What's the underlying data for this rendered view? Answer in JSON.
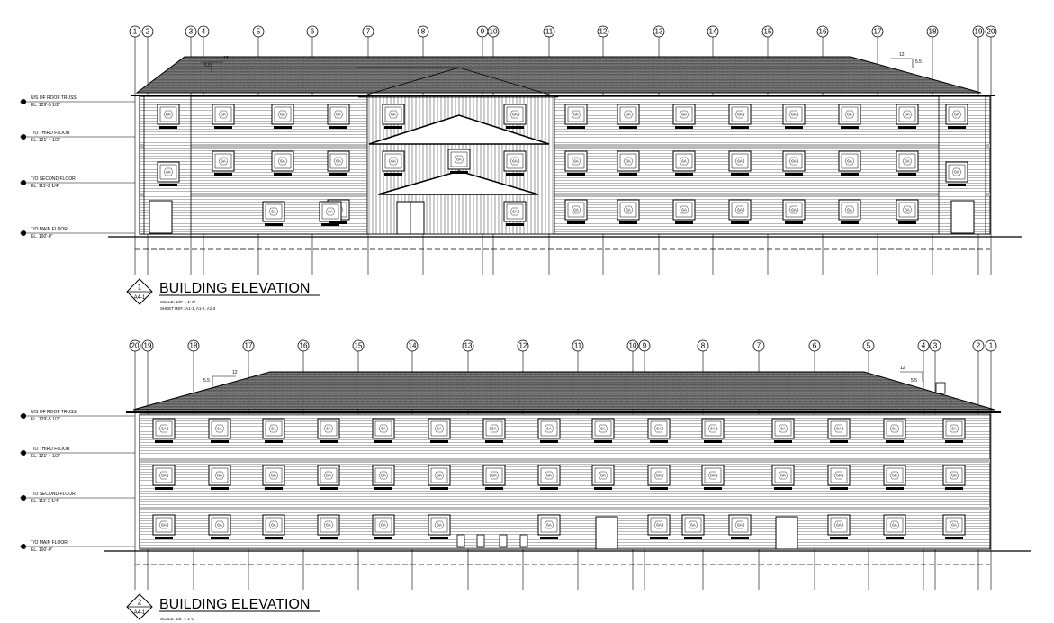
{
  "levels": [
    {
      "name": "U/S OF ROOF TRUSS",
      "elev": "EL. 129'-5 1/2\""
    },
    {
      "name": "T/O THIRD FLOOR",
      "elev": "EL. 121'-4 1/2\""
    },
    {
      "name": "T/O SECOND FLOOR",
      "elev": "EL. 111'-2 1/4\""
    },
    {
      "name": "T/O MAIN FLOOR",
      "elev": "EL. 100'-0\""
    }
  ],
  "elevations": [
    {
      "id": "elevation-1",
      "number": "1",
      "sheet": "A4-1",
      "title": "BUILDING ELEVATION",
      "scale": "SCALE: 1/8\" = 1'-0\"",
      "sheet_ref": "SHEET REF.: A1-1, A1-2, A1-3",
      "gridlines": [
        "1",
        "2",
        "3",
        "4",
        "5",
        "6",
        "7",
        "8",
        "9",
        "10",
        "11",
        "12",
        "13",
        "14",
        "15",
        "16",
        "17",
        "18",
        "19",
        "20"
      ]
    },
    {
      "id": "elevation-2",
      "number": "2",
      "sheet": "A4-1",
      "title": "BUILDING ELEVATION",
      "scale": "SCALE: 1/8\" = 1'-0\"",
      "gridlines": [
        "20",
        "19",
        "18",
        "17",
        "16",
        "15",
        "14",
        "13",
        "12",
        "11",
        "10",
        "9",
        "8",
        "7",
        "6",
        "5",
        "4",
        "3",
        "2",
        "1"
      ]
    }
  ],
  "roof_slope": {
    "run": "12",
    "rise": "5.5"
  },
  "window_tag": "6A",
  "colors": {
    "ink": "#000000",
    "paper": "#ffffff",
    "roof_fill": "#8a8a8a",
    "siding": "#9a9a9a"
  }
}
